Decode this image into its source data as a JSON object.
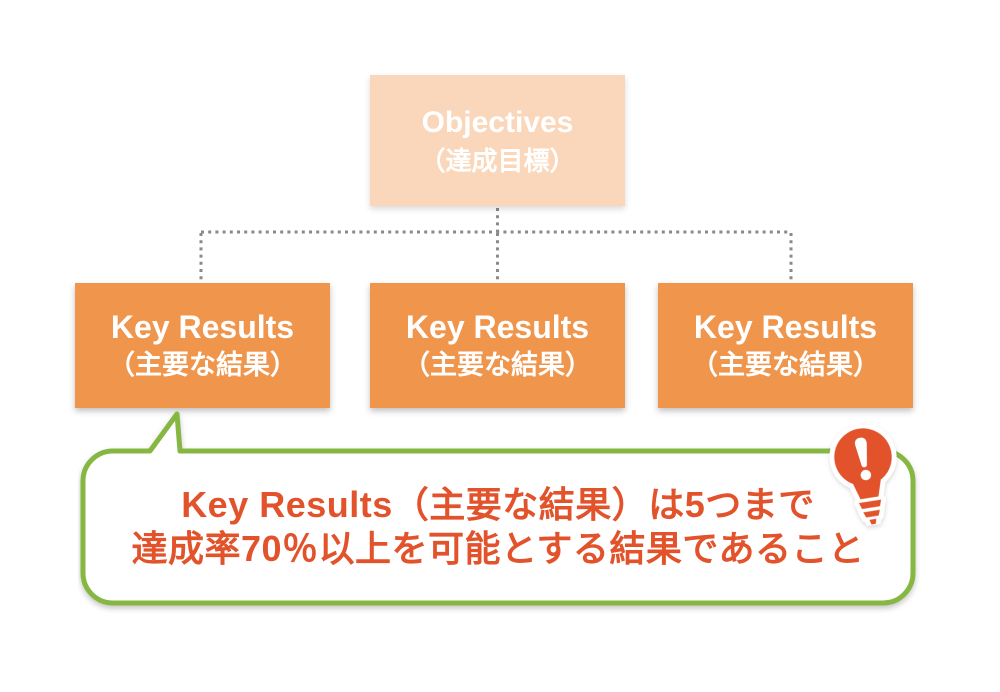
{
  "diagram": {
    "objectives_box": {
      "title": "Objectives",
      "subtitle": "（達成目標）"
    },
    "key_results_boxes": [
      {
        "title": "Key Results",
        "subtitle": "（主要な結果）"
      },
      {
        "title": "Key Results",
        "subtitle": "（主要な結果）"
      },
      {
        "title": "Key Results",
        "subtitle": "（主要な結果）"
      }
    ],
    "callout": {
      "line1": "Key Results（主要な結果）は5つまで",
      "line2": "達成率70％以上を可能とする結果であること",
      "icon": "lightbulb-exclamation-icon"
    },
    "colors": {
      "objectives_bg": "#FAD7BA",
      "key_results_bg": "#F0954C",
      "box_text": "#FFFFFF",
      "connector": "#8A8A8A",
      "callout_border": "#87B743",
      "callout_text": "#E2522B",
      "bulb": "#E2522B"
    }
  }
}
